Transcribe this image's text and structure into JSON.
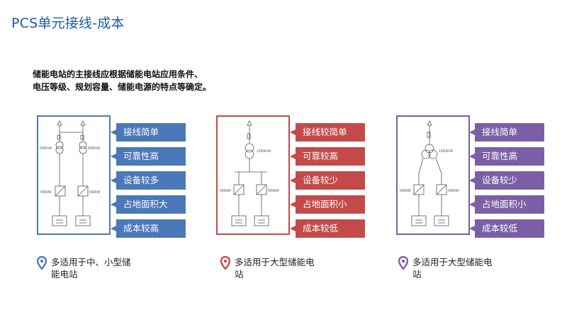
{
  "title": "PCS单元接线-成本",
  "intro": [
    "储能电站的主接线应根据储能电站应用条件、",
    "电压等级、规划容量、储能电源的特点等确定。"
  ],
  "colors": {
    "blue": "#4b78b8",
    "red": "#c44a4a",
    "purple": "#7b5fa6"
  },
  "panels": [
    {
      "color": "#4b78b8",
      "diagram_labels": {
        "t1": "630kVA",
        "t2": "630kVA",
        "p1": "500kW",
        "p2": "500kW"
      },
      "tags": [
        "接线简单",
        "可靠性高",
        "设备较多",
        "占地面积大",
        "成本较高"
      ],
      "note": [
        "多适用于中、小型储",
        "能电站"
      ],
      "icon": "location-pin-icon"
    },
    {
      "color": "#c44a4a",
      "diagram_labels": {
        "t1": "1250kVA",
        "p1": "500kW",
        "p2": "500kW"
      },
      "tags": [
        "接线较简单",
        "可靠较高",
        "设备较少",
        "占地面积小",
        "成本较低"
      ],
      "note": [
        "多适用于大型储能电",
        "站"
      ],
      "icon": "location-pin-icon"
    },
    {
      "color": "#7b5fa6",
      "diagram_labels": {
        "t1": "1250kVA",
        "p1": "500kW",
        "p2": "500kW"
      },
      "tags": [
        "接线简单",
        "可靠性高",
        "设备较少",
        "占地面积小",
        "成本较低"
      ],
      "note": [
        "多适用于大型储能电",
        "站"
      ],
      "icon": "location-pin-icon"
    }
  ]
}
